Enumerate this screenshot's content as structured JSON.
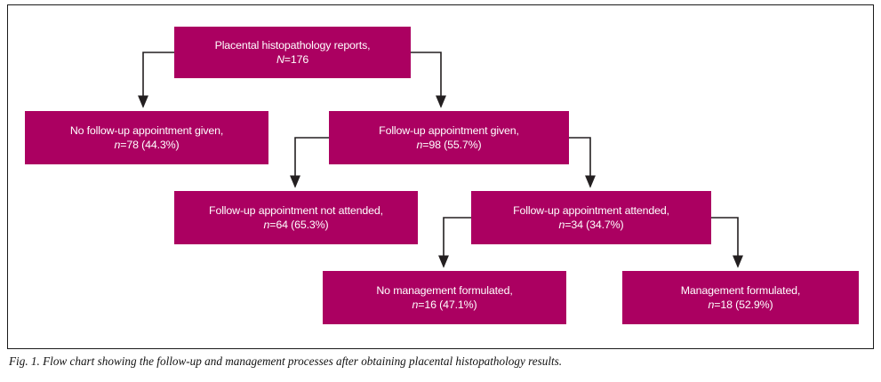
{
  "figure": {
    "caption": "Fig. 1. Flow chart showing the follow-up and management processes after obtaining placental histopathology results.",
    "accent_color": "#AB0061",
    "text_color": "#FFFFFF",
    "connector_color": "#231F20",
    "frame_color": "#1A1A1A"
  },
  "chart_data": {
    "type": "diagram",
    "title": "Flow chart showing the follow-up and management processes after obtaining placental histopathology results.",
    "nodes": [
      {
        "id": "root",
        "label": "Placental histopathology reports,",
        "stat": "N=176",
        "stat_symbol": "N",
        "stat_value": "=176",
        "count": 176,
        "percent": null,
        "level": 0
      },
      {
        "id": "no-followup",
        "label": "No follow-up appointment given,",
        "stat": "n=78 (44.3%)",
        "stat_symbol": "n",
        "stat_value": "=78 (44.3%)",
        "count": 78,
        "percent": 44.3,
        "level": 1
      },
      {
        "id": "followup",
        "label": "Follow-up appointment given,",
        "stat": "n=98 (55.7%)",
        "stat_symbol": "n",
        "stat_value": "=98 (55.7%)",
        "count": 98,
        "percent": 55.7,
        "level": 1
      },
      {
        "id": "not-attended",
        "label": "Follow-up appointment not attended,",
        "stat": "n=64 (65.3%)",
        "stat_symbol": "n",
        "stat_value": "=64 (65.3%)",
        "count": 64,
        "percent": 65.3,
        "level": 2
      },
      {
        "id": "attended",
        "label": "Follow-up appointment attended,",
        "stat": "n=34 (34.7%)",
        "stat_symbol": "n",
        "stat_value": "=34 (34.7%)",
        "count": 34,
        "percent": 34.7,
        "level": 2
      },
      {
        "id": "no-management",
        "label": "No management formulated,",
        "stat": "n=16 (47.1%)",
        "stat_symbol": "n",
        "stat_value": "=16 (47.1%)",
        "count": 16,
        "percent": 47.1,
        "level": 3
      },
      {
        "id": "management",
        "label": "Management formulated,",
        "stat": "n=18 (52.9%)",
        "stat_symbol": "n",
        "stat_value": "=18 (52.9%)",
        "count": 18,
        "percent": 52.9,
        "level": 3
      }
    ],
    "edges": [
      {
        "from": "root",
        "to": "no-followup"
      },
      {
        "from": "root",
        "to": "followup"
      },
      {
        "from": "followup",
        "to": "not-attended"
      },
      {
        "from": "followup",
        "to": "attended"
      },
      {
        "from": "attended",
        "to": "no-management"
      },
      {
        "from": "attended",
        "to": "management"
      }
    ]
  }
}
